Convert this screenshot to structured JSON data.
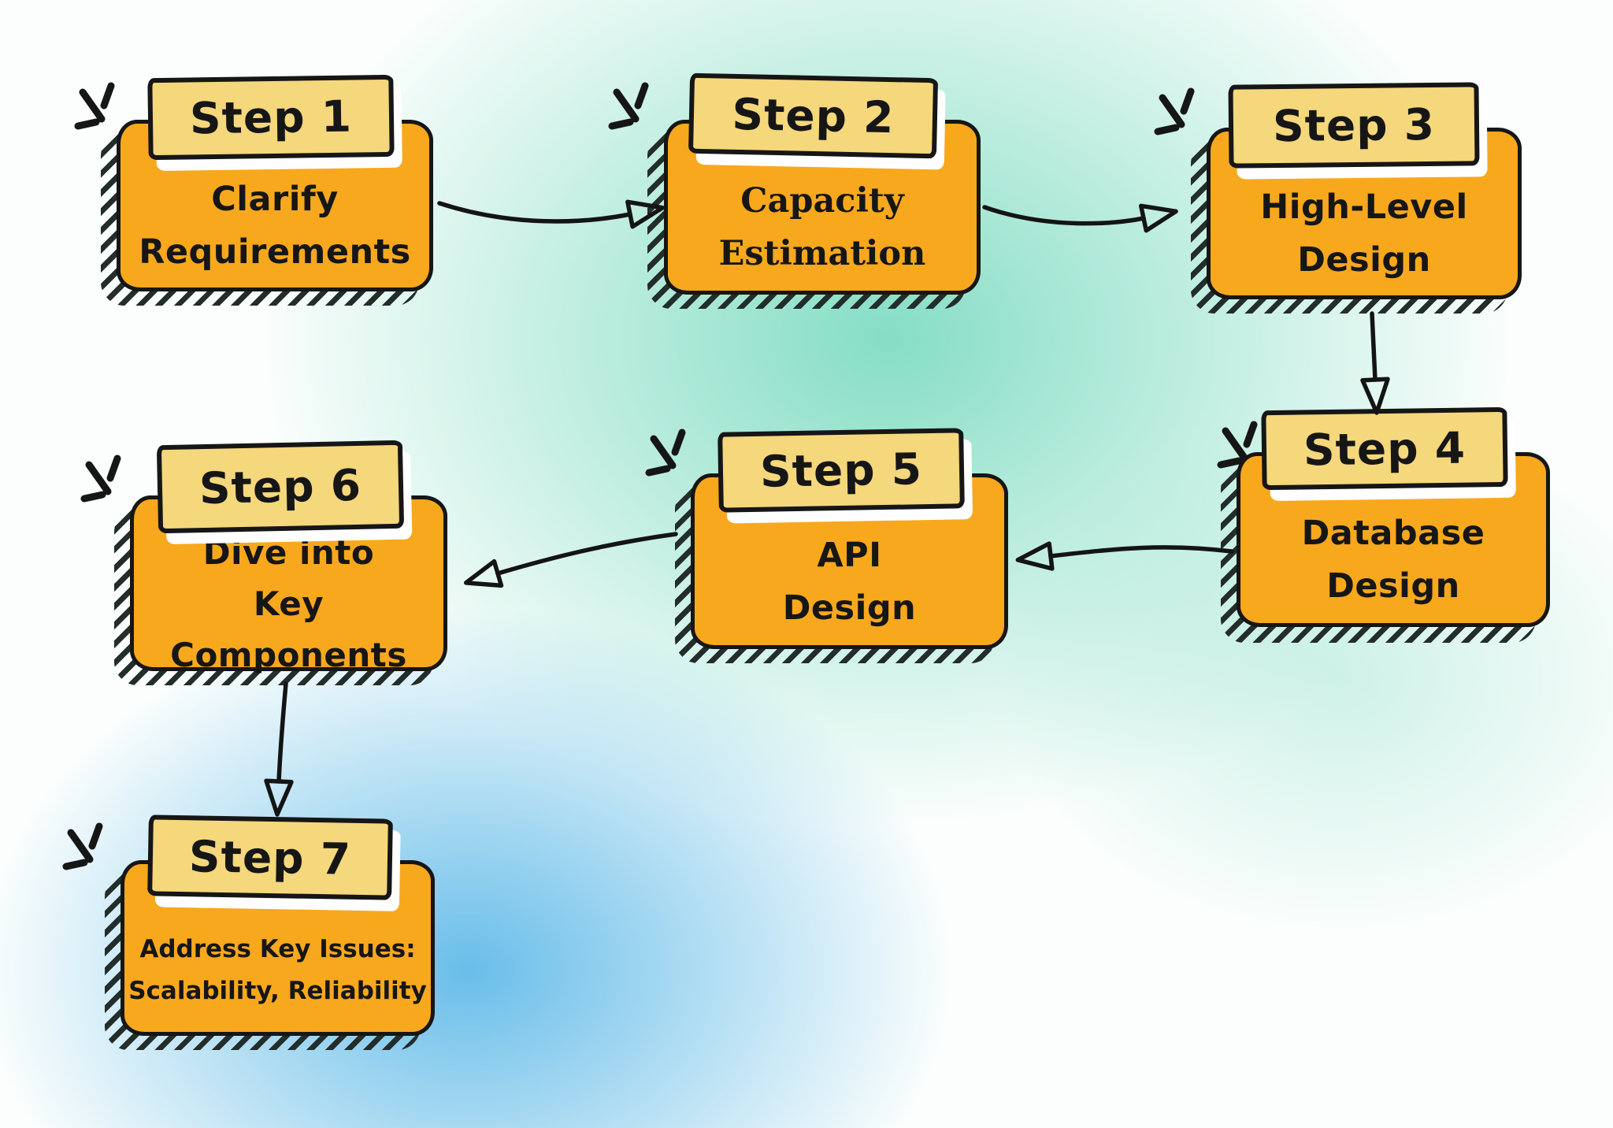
{
  "diagram": {
    "type": "flowchart",
    "style": "hand-drawn sticky-note boxes on teal/blue gradient background"
  },
  "colors": {
    "box": "#F8A81D",
    "label": "#F5D77C",
    "ink": "#161616",
    "teal": "#7FDCC2",
    "blue": "#5CB8E8",
    "white_shadow": "#FFFFFF"
  },
  "icons": {
    "sparkle": "burst-rays-icon",
    "arrowhead": "hollow-triangle-arrowhead"
  },
  "steps": [
    {
      "label": "Step 1",
      "line1": "Clarify",
      "line2": "Requirements"
    },
    {
      "label": "Step 2",
      "line1": "Capacity",
      "line2": "Estimation"
    },
    {
      "label": "Step 3",
      "line1": "High-Level",
      "line2": "Design"
    },
    {
      "label": "Step 4",
      "line1": "Database",
      "line2": "Design"
    },
    {
      "label": "Step 5",
      "line1": "API",
      "line2": "Design"
    },
    {
      "label": "Step 6",
      "line1": "Dive into",
      "line2": "Key Components"
    },
    {
      "label": "Step 7",
      "line1": "Address Key Issues:",
      "line2": "Scalability, Reliability"
    }
  ],
  "connections": [
    {
      "from": "Step 1",
      "to": "Step 2"
    },
    {
      "from": "Step 2",
      "to": "Step 3"
    },
    {
      "from": "Step 3",
      "to": "Step 4"
    },
    {
      "from": "Step 4",
      "to": "Step 5"
    },
    {
      "from": "Step 5",
      "to": "Step 6"
    },
    {
      "from": "Step 6",
      "to": "Step 7"
    }
  ]
}
